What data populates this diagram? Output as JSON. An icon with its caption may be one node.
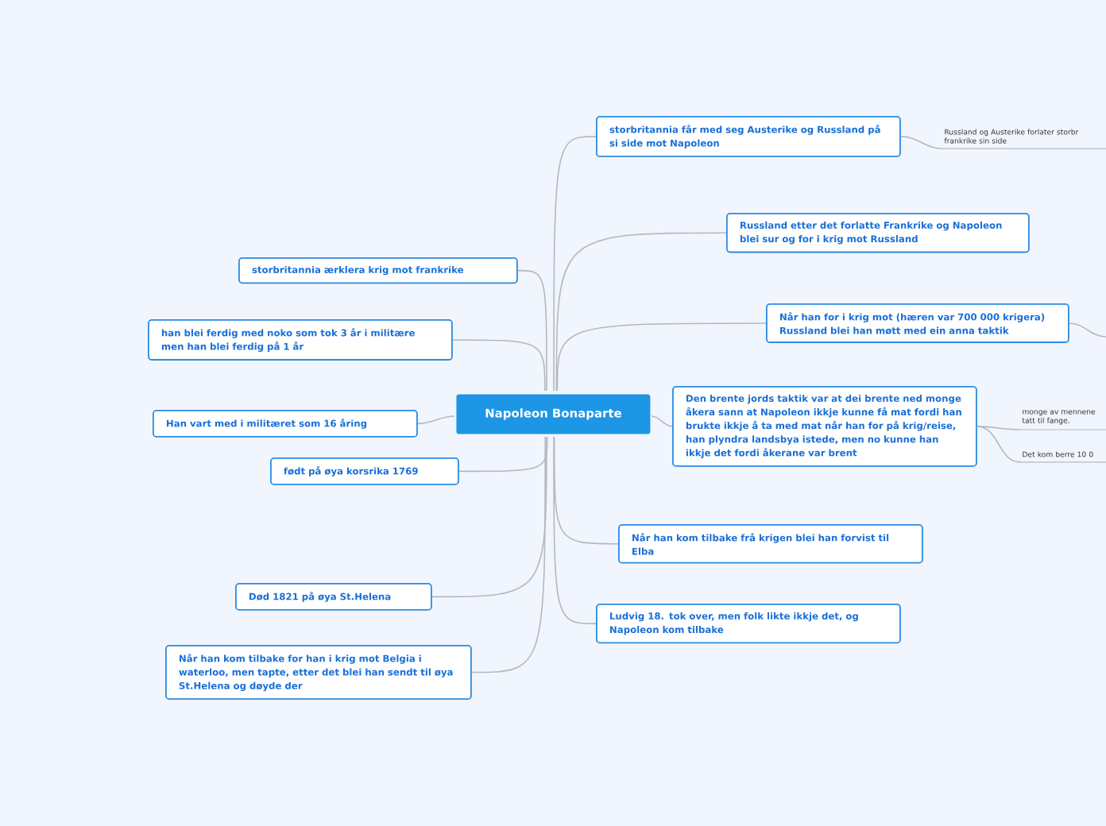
{
  "diagram": {
    "nodes": [
      {
        "text": [
          "Napoleon Bonaparte"
        ]
      },
      {
        "text": [
          "storbritannia får med seg Austerike og Russland på si side mot Napoleon"
        ]
      },
      {
        "text": [
          "Russland og Austerike forlater storbr frankrike sin side"
        ]
      },
      {
        "text": [
          "Russland etter det forlatte  Frankrike og Napoleon blei sur og for i krig mot Russland"
        ]
      },
      {
        "text": [
          "Når han for i krig mot (hæren var 700 000 krigera) Russland blei han møtt med ein anna taktik"
        ]
      },
      {
        "text": [
          "Den brente jords taktik var at dei brente ned monge åkera sann at Napoleon ikkje kunne få mat fordi han brukte ikkje å ta med mat når han for på krig/reise, han plyndra landsbya istede, men no kunne han ikkje det fordi åkerane var brent"
        ]
      },
      {
        "text": [
          "monge av mennene tatt til fange."
        ]
      },
      {
        "text": [
          "Det kom berre 10 0"
        ]
      },
      {
        "text": [
          "Når han kom tilbake frå krigen blei han forvist til Elba"
        ]
      },
      {
        "text": [
          "Ludvig 18. tok over, men folk likte ikkje det, og Napoleon kom tilbake"
        ]
      },
      {
        "text": [
          "storbritannia ærklera krig mot frankrike"
        ]
      },
      {
        "text": [
          "han blei ferdig med noko som tok 3 år i militære men han blei ferdig på 1 år"
        ]
      },
      {
        "text": [
          "Han vart med i militæret som 16 åring"
        ]
      },
      {
        "text": [
          "født på øya korsrika 1769"
        ]
      },
      {
        "text": [
          "Død 1821 på øya St.Helena"
        ]
      },
      {
        "text": [
          "Når han kom tilbake for han i krig mot Belgia i waterloo, men tapte, etter det blei han sendt til øya St.Helena og døyde der"
        ]
      }
    ],
    "edges": [
      {
        "from": 0,
        "to": 1,
        "arrow": "none"
      },
      {
        "from": 1,
        "to": 2,
        "arrow": "none"
      },
      {
        "from": 0,
        "to": 3,
        "arrow": "none"
      },
      {
        "from": 0,
        "to": 4,
        "arrow": "none"
      },
      {
        "from": 4,
        "to": null,
        "arrow": "none"
      },
      {
        "from": 0,
        "to": 5,
        "arrow": "none"
      },
      {
        "from": 5,
        "to": 6,
        "arrow": "none"
      },
      {
        "from": 5,
        "to": 7,
        "arrow": "none"
      },
      {
        "from": 0,
        "to": 8,
        "arrow": "none"
      },
      {
        "from": 0,
        "to": 9,
        "arrow": "none"
      },
      {
        "from": 0,
        "to": 10,
        "arrow": "none"
      },
      {
        "from": 0,
        "to": 11,
        "arrow": "none"
      },
      {
        "from": 0,
        "to": 12,
        "arrow": "none"
      },
      {
        "from": 0,
        "to": 13,
        "arrow": "none"
      },
      {
        "from": 0,
        "to": 14,
        "arrow": "none"
      },
      {
        "from": 0,
        "to": 15,
        "arrow": "none"
      }
    ]
  }
}
